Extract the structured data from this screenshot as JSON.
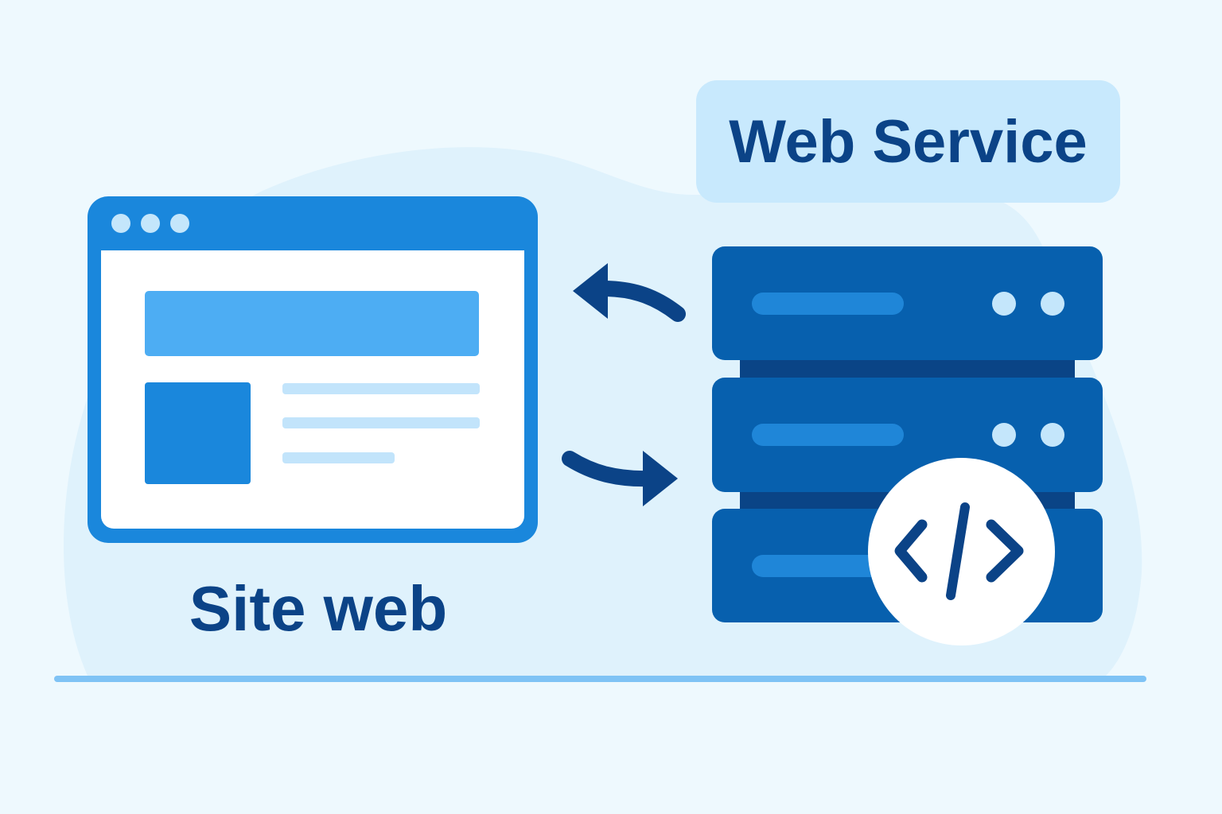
{
  "diagram": {
    "client": {
      "label": "Site web",
      "browser_dots": 3
    },
    "server": {
      "label": "Web Service",
      "rack_units": 3,
      "badge_icon": "code-icon"
    },
    "arrows": [
      {
        "from": "server",
        "to": "client",
        "icon": "arrow-left-icon"
      },
      {
        "from": "client",
        "to": "server",
        "icon": "arrow-right-icon"
      }
    ]
  },
  "colors": {
    "background": "#eef9fe",
    "blob": "#dff2fc",
    "browser": "#1a87dc",
    "server": "#0760ae",
    "label_text": "#0b4387",
    "accent_light": "#c8e9fd"
  }
}
